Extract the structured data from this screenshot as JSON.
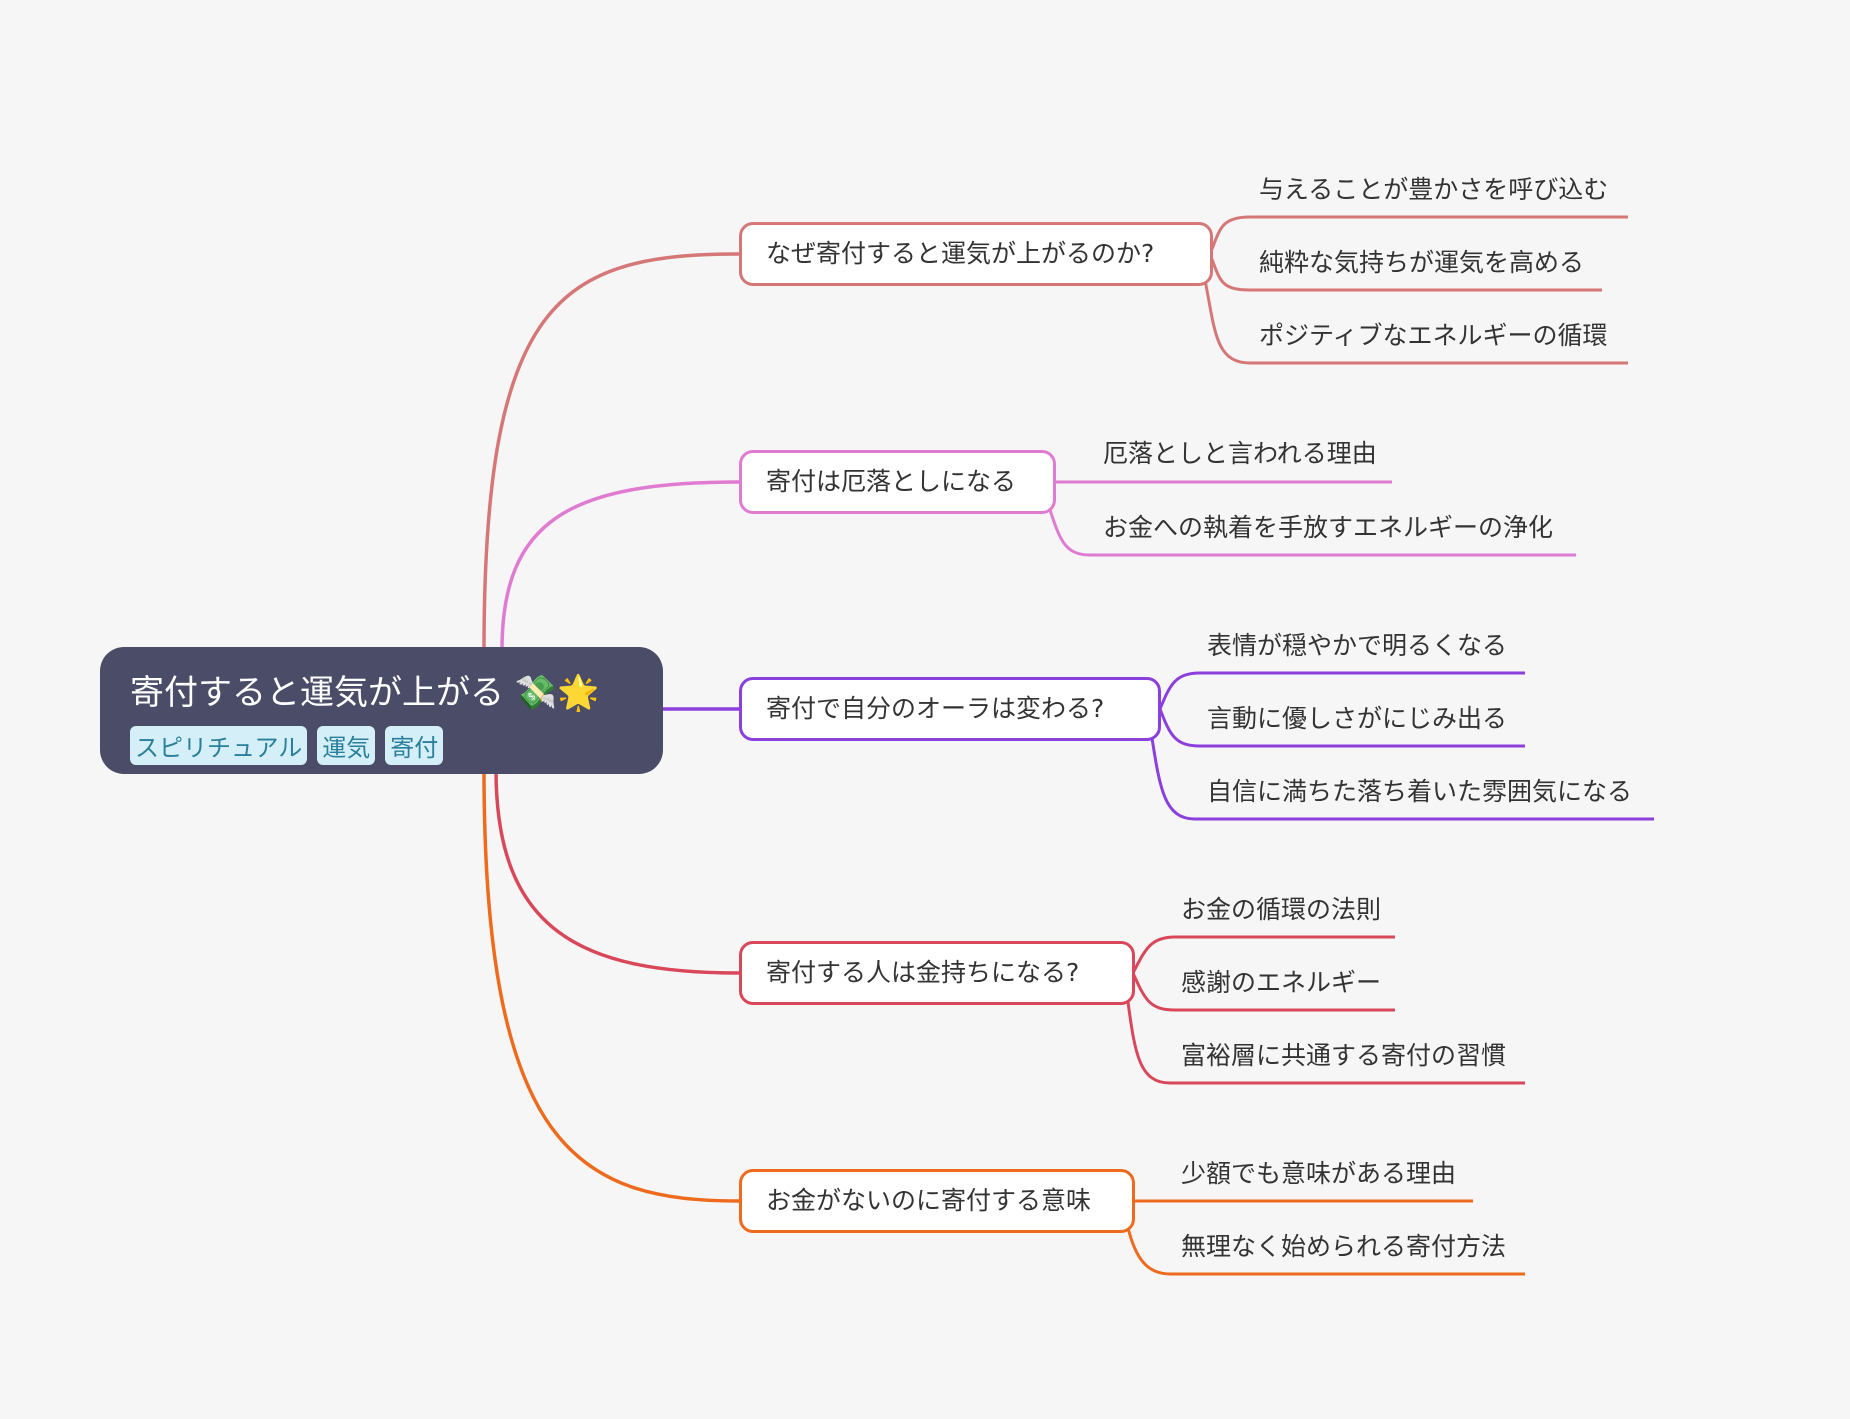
{
  "root": {
    "title": "寄付すると運気が上がる 💸🌟",
    "tags": [
      "スピリチュアル",
      "運気",
      "寄付"
    ]
  },
  "colors": {
    "root_bg": "#4b4d68",
    "branch1": "#d67777",
    "branch2": "#e07bd2",
    "branch3": "#8b3fdc",
    "branch4": "#d9485a",
    "branch5": "#ee6b1e"
  },
  "branches": [
    {
      "label": "なぜ寄付すると運気が上がるのか?",
      "children": [
        "与えることが豊かさを呼び込む",
        "純粋な気持ちが運気を高める",
        "ポジティブなエネルギーの循環"
      ]
    },
    {
      "label": "寄付は厄落としになる",
      "children": [
        "厄落としと言われる理由",
        "お金への執着を手放すエネルギーの浄化"
      ]
    },
    {
      "label": "寄付で自分のオーラは変わる?",
      "children": [
        "表情が穏やかで明るくなる",
        "言動に優しさがにじみ出る",
        "自信に満ちた落ち着いた雰囲気になる"
      ]
    },
    {
      "label": "寄付する人は金持ちになる?",
      "children": [
        "お金の循環の法則",
        "感謝のエネルギー",
        "富裕層に共通する寄付の習慣"
      ]
    },
    {
      "label": "お金がないのに寄付する意味",
      "children": [
        "少額でも意味がある理由",
        "無理なく始められる寄付方法"
      ]
    }
  ]
}
